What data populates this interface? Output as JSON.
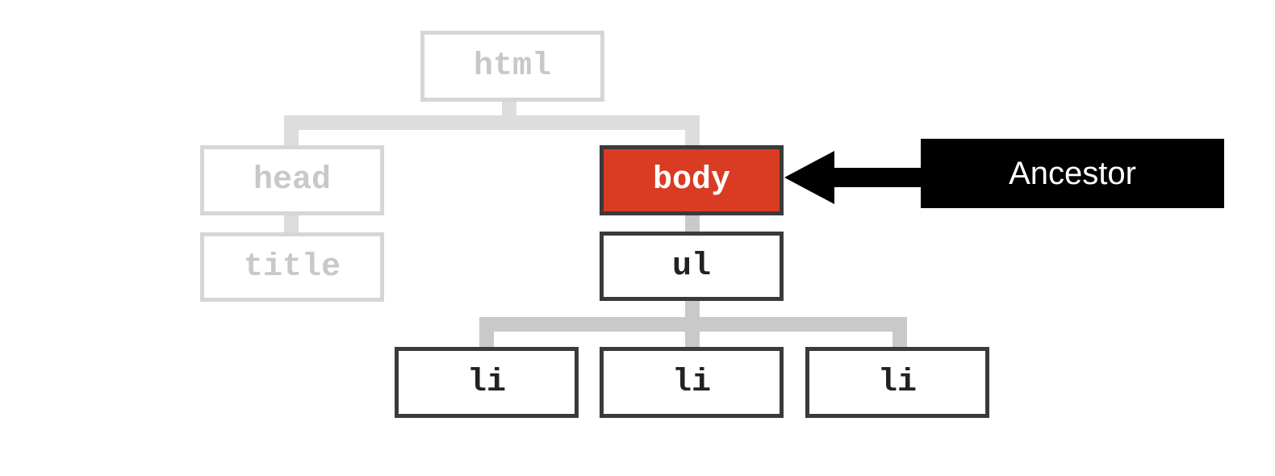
{
  "tree": {
    "html": "html",
    "head": "head",
    "title": "title",
    "body": "body",
    "ul": "ul",
    "li_items": [
      "li",
      "li",
      "li"
    ]
  },
  "callout": {
    "label": "Ancestor"
  },
  "colors": {
    "highlight": "#d93b23",
    "faded_border": "#d6d6d6",
    "node_border": "#3a3a3a",
    "connector": "#c9c9c9",
    "callout_bg": "#000000"
  }
}
